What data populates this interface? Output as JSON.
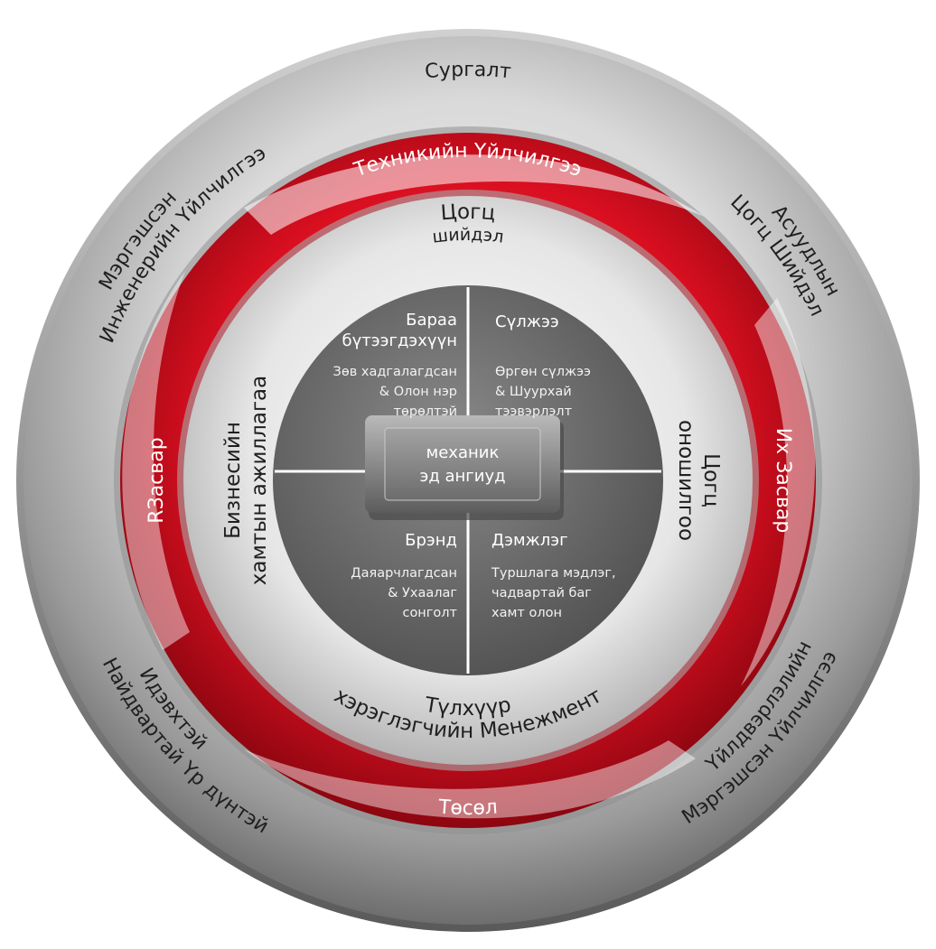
{
  "diagram": {
    "outer_ring": {
      "top": "Сургалт",
      "top_right": [
        "Асуудлын",
        "Цогц Шийдэл"
      ],
      "bottom_right": [
        "Үйлдвэрлэлийн",
        "Мэргэшсэн Үйлчилгээ"
      ],
      "bottom_left": [
        "Идэвхтэй",
        "Найдвартай Үр дүнтэй"
      ],
      "top_left": [
        "Мэргэшсэн",
        "Инженерийн Үйлчилгээ"
      ]
    },
    "red_ring": {
      "top": "Техникийн Үйлчилгээ",
      "right": "Их Засвар",
      "bottom": "Төсөл",
      "left": "RЗасвар"
    },
    "middle_ring": {
      "top": [
        "Цогц",
        "шийдэл"
      ],
      "right": [
        "Цогц",
        "оношилгоо"
      ],
      "bottom": [
        "Түлхүүр",
        "хэрэглэгчийн Менежмент"
      ],
      "left": [
        "Бизнесийн",
        "хамтын ажиллагаа"
      ]
    },
    "quadrants": [
      {
        "title": [
          "Бараа",
          "бүтээгдэхүүн"
        ],
        "body": [
          "Зөв хадгалагдсан",
          "& Олон нэр",
          "төрөлтэй"
        ]
      },
      {
        "title": [
          "Сүлжээ"
        ],
        "body": [
          "Өргөн сүлжээ",
          "& Шуурхай",
          "тээвэрлэлт"
        ]
      },
      {
        "title": [
          "Брэнд"
        ],
        "body": [
          "Даяарчлагдсан",
          "& Ухаалаг",
          "сонголт"
        ]
      },
      {
        "title": [
          "Дэмжлэг"
        ],
        "body": [
          "Туршлага мэдлэг,",
          "чадвартай баг",
          "хамт олон"
        ]
      }
    ],
    "center": [
      "механик",
      "эд ангиуд"
    ],
    "colors": {
      "red": "#d90f20",
      "silver_light": "#e8e8e8",
      "silver_dark": "#8c8c8c",
      "core": "#6a6a6a"
    }
  }
}
